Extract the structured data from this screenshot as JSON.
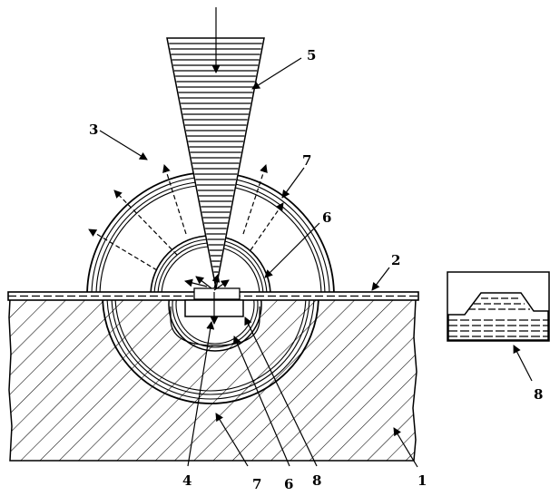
{
  "figure": {
    "callouts": [
      {
        "id": "c1",
        "text": "1"
      },
      {
        "id": "c2",
        "text": "2"
      },
      {
        "id": "c3",
        "text": "3"
      },
      {
        "id": "c4",
        "text": "4"
      },
      {
        "id": "c5",
        "text": "5"
      },
      {
        "id": "c6a",
        "text": "6"
      },
      {
        "id": "c6b",
        "text": "6"
      },
      {
        "id": "c7a",
        "text": "7"
      },
      {
        "id": "c7b",
        "text": "7"
      },
      {
        "id": "c8a",
        "text": "8"
      },
      {
        "id": "c8b",
        "text": "8"
      }
    ]
  },
  "colors": {
    "ink": "#000000",
    "paper": "#ffffff"
  }
}
